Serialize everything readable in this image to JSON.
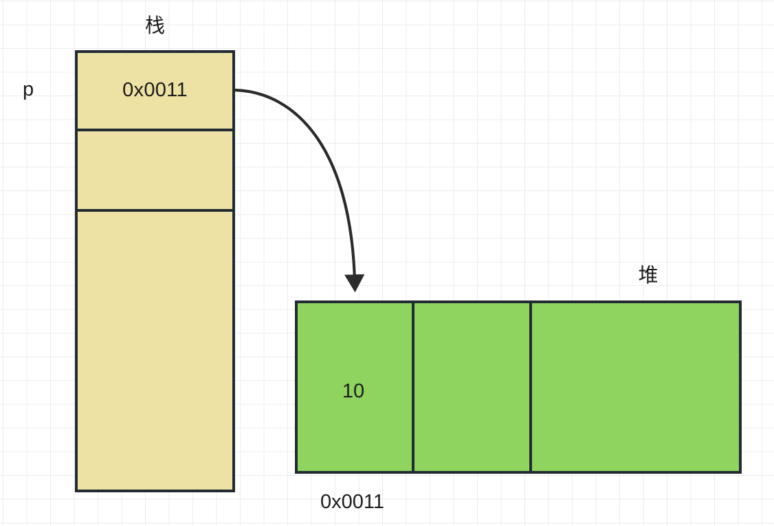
{
  "diagram": {
    "title_stack": "栈",
    "title_heap": "堆",
    "pointer_label": "p",
    "heap_address_label": "0x0011",
    "colors": {
      "stack_fill": "#EDE1A3",
      "heap_fill": "#8ED45F",
      "stroke": "#222B33",
      "grid": "#ECECEC",
      "background": "#FFFFFF",
      "text": "#1C1C1C"
    },
    "stack": {
      "name": "栈",
      "cells": [
        {
          "value": "0x0011"
        },
        {
          "value": ""
        },
        {
          "value": ""
        }
      ]
    },
    "heap": {
      "name": "堆",
      "address": "0x0011",
      "cells": [
        {
          "value": "10"
        },
        {
          "value": ""
        },
        {
          "value": ""
        }
      ]
    },
    "arrow": {
      "name": "pointer-to-heap-arrow",
      "from": "stack-cell-0",
      "to": "heap-cell-0"
    }
  }
}
